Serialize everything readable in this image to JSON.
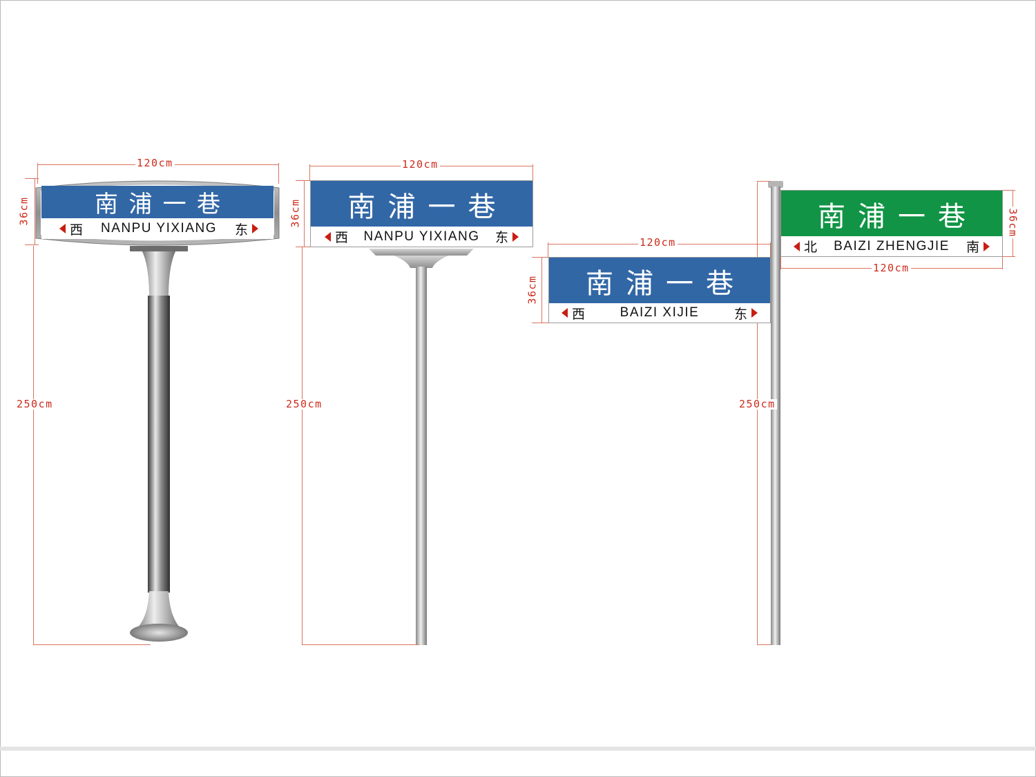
{
  "colors": {
    "blue": "#3267a6",
    "green": "#119445",
    "arrow_red": "#c81e12",
    "dimension_red": "#cc2a1a"
  },
  "signs": [
    {
      "id": "sign-1",
      "style": "framed double-bell pedestal",
      "color": "blue",
      "title": "南浦一巷",
      "left_direction": "西",
      "pinyin": "NANPU YIXIANG",
      "right_direction": "东",
      "width_label": "120cm",
      "height_label": "36cm",
      "pole_label": "250cm"
    },
    {
      "id": "sign-2",
      "style": "flat panel on slim pole",
      "color": "blue",
      "title": "南浦一巷",
      "left_direction": "西",
      "pinyin": "NANPU YIXIANG",
      "right_direction": "东",
      "width_label": "120cm",
      "height_label": "36cm",
      "pole_label": "250cm"
    },
    {
      "id": "sign-3",
      "style": "side arm (lower, blue)",
      "color": "blue",
      "title": "南浦一巷",
      "left_direction": "西",
      "pinyin": "BAIZI XIJIE",
      "right_direction": "东",
      "width_label": "120cm",
      "height_label": "36cm"
    },
    {
      "id": "sign-4",
      "style": "side arm (upper, green)",
      "color": "green",
      "title": "南浦一巷",
      "left_direction": "北",
      "pinyin": "BAIZI ZHENGJIE",
      "right_direction": "南",
      "width_label": "120cm",
      "height_label": "36cm",
      "pole_label": "250cm"
    }
  ]
}
